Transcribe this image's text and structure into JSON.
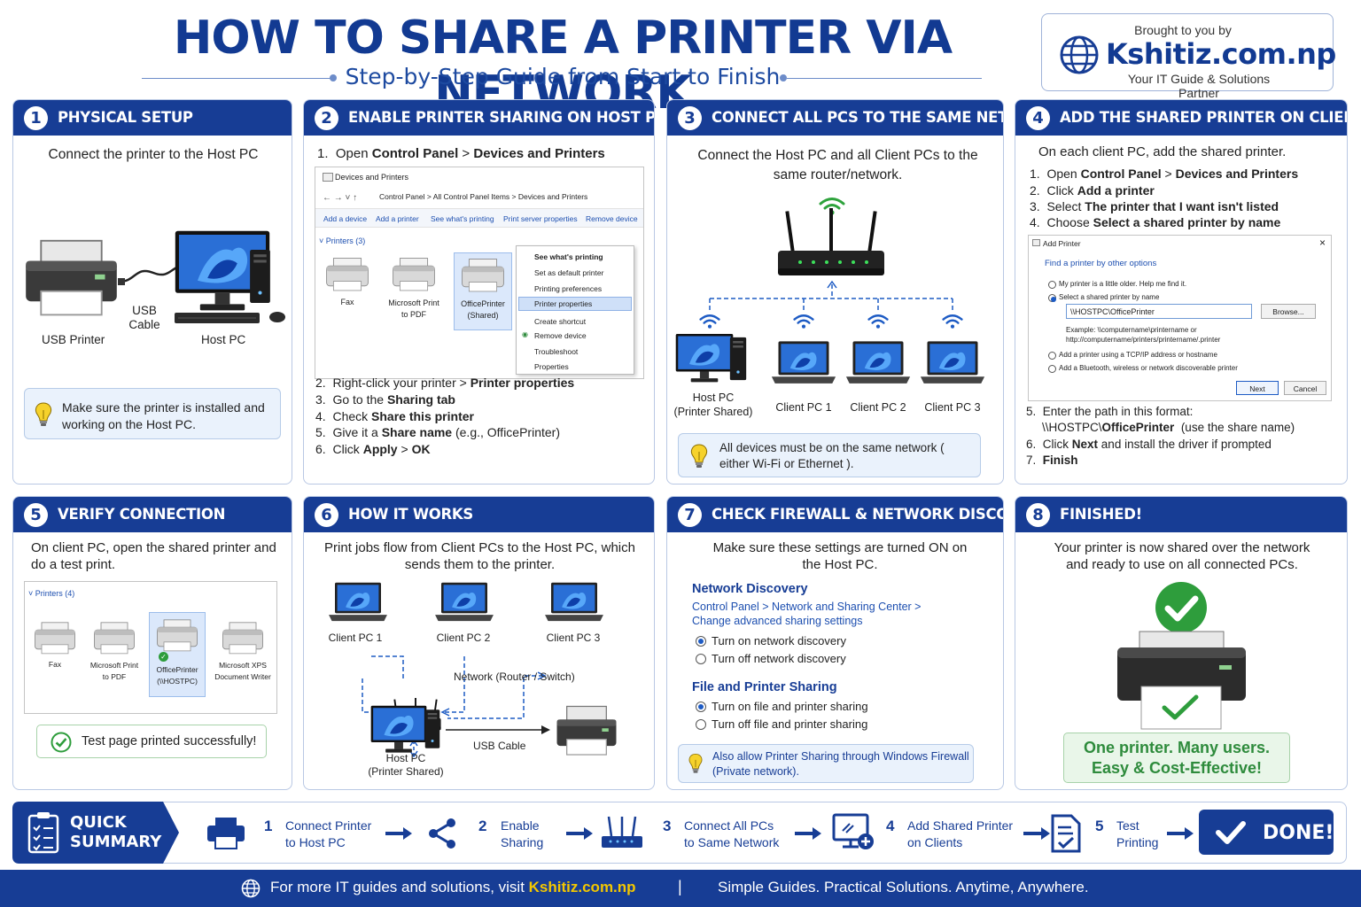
{
  "header": {
    "title": "HOW TO SHARE A PRINTER VIA NETWORK",
    "subtitle": "Step-by-Step Guide from Start to Finish"
  },
  "brand": {
    "brought_by": "Brought to you by",
    "name": "Kshitiz.com.np",
    "tagline": "Your IT Guide & Solutions Partner"
  },
  "colors": {
    "primary": "#173d95",
    "accent_yellow": "#f3c700",
    "success": "#2e9d3c"
  },
  "step1": {
    "num": "1",
    "title": "PHYSICAL SETUP",
    "desc": "Connect the printer to the Host PC",
    "label_printer": "USB Printer",
    "label_cable": "USB\nCable",
    "label_host": "Host PC",
    "tip": "Make sure the printer is installed and working on the Host PC."
  },
  "step2": {
    "num": "2",
    "title": "ENABLE PRINTER SHARING ON HOST PC",
    "s1_n": "1.",
    "s1_a": "Open ",
    "s1_b": "Control Panel",
    "s1_c": " > ",
    "s1_d": "Devices and Printers",
    "window": {
      "title": "Devices and Printers",
      "crumbs": [
        "Control Panel",
        "All Control Panel Items",
        "Devices and Printers"
      ],
      "toolbar": [
        "Add a device",
        "Add a printer",
        "See what's printing",
        "Print server properties",
        "Remove device"
      ],
      "group": "Printers (3)",
      "devices": [
        "Fax",
        "Microsoft Print\nto PDF",
        "OfficePrinter\n(Shared)"
      ],
      "menu": [
        "See what's printing",
        "Set as default printer",
        "Printing preferences",
        "Printer properties",
        "Create shortcut",
        "Remove device",
        "Troubleshoot",
        "Properties"
      ]
    },
    "s2_n": "2.",
    "s2_a": "Right-click your printer > ",
    "s2_b": "Printer properties",
    "s3_n": "3.",
    "s3_a": "Go to the ",
    "s3_b": "Sharing tab",
    "s4_n": "4.",
    "s4_a": "Check ",
    "s4_b": "Share this printer",
    "s5_n": "5.",
    "s5_a": "Give it a ",
    "s5_b": "Share name",
    "s5_c": " (e.g., OfficePrinter)",
    "s6_n": "6.",
    "s6_a": "Click ",
    "s6_b": "Apply",
    "s6_c": " > ",
    "s6_d": "OK"
  },
  "step3": {
    "num": "3",
    "title": "CONNECT ALL PCS TO THE SAME NETWORK",
    "desc": "Connect the Host PC and all Client PCs to the same router/network.",
    "host": "Host PC\n(Printer Shared)",
    "clients": [
      "Client PC 1",
      "Client PC 2",
      "Client PC 3"
    ],
    "tip": "All devices must be on the same network ( either Wi-Fi or Ethernet )."
  },
  "step4": {
    "num": "4",
    "title": "ADD THE SHARED PRINTER ON CLIENT PCS",
    "desc": "On each client PC, add the shared printer.",
    "s1_n": "1.",
    "s1_a": "Open ",
    "s1_b": "Control Panel",
    "s1_c": " > ",
    "s1_d": "Devices and Printers",
    "s2_n": "2.",
    "s2_a": "Click ",
    "s2_b": "Add a printer",
    "s3_n": "3.",
    "s3_a": "Select ",
    "s3_b": "The printer that I want isn't listed",
    "s4_n": "4.",
    "s4_a": "Choose ",
    "s4_b": "Select a shared printer by name",
    "dialog": {
      "title": "Add Printer",
      "heading": "Find a printer by other options",
      "opt1": "My printer is a little older. Help me find it.",
      "opt2": "Select a shared printer by name",
      "path": "\\\\HOSTPC\\OfficePrinter",
      "browse": "Browse...",
      "example": "Example: \\\\computername\\printername or\nhttp://computername/printers/printername/.printer",
      "opt3": "Add a printer using a TCP/IP address or hostname",
      "opt4": "Add a Bluetooth, wireless or network discoverable printer",
      "next": "Next",
      "cancel": "Cancel"
    },
    "s5_n": "5.",
    "s5_a": "Enter the path in this format:",
    "s5_path_a": "\\\\HOSTPC\\",
    "s5_path_b": "OfficePrinter",
    "s5_path_c": "(use the share name)",
    "s6_n": "6.",
    "s6_a": "Click ",
    "s6_b": "Next",
    "s6_c": " and install the driver if prompted",
    "s7_n": "7.",
    "s7_b": "Finish"
  },
  "step5": {
    "num": "5",
    "title": "VERIFY CONNECTION",
    "desc": "On client PC, open the shared printer and do a test print.",
    "group": "Printers (4)",
    "devices": [
      "Fax",
      "Microsoft Print\nto PDF",
      "OfficePrinter\n(\\\\HOSTPC)",
      "Microsoft XPS\nDocument Writer"
    ],
    "success": "Test page printed successfully!"
  },
  "step6": {
    "num": "6",
    "title": "HOW IT WORKS",
    "desc": "Print jobs flow from Client PCs to the Host PC, which sends them to the printer.",
    "clients": [
      "Client PC 1",
      "Client PC 2",
      "Client PC 3"
    ],
    "router": "Network (Router / Switch)",
    "host": "Host PC\n(Printer Shared)",
    "cable": "USB Cable"
  },
  "step7": {
    "num": "7",
    "title": "CHECK FIREWALL & NETWORK DISCOVERY",
    "desc": "Make sure these settings are turned ON on the Host PC.",
    "nd_title": "Network Discovery",
    "path": "Control Panel  >  Network and Sharing Center  >\nChange advanced sharing settings",
    "nd_on": "Turn on network discovery",
    "nd_off": "Turn off network discovery",
    "fp_title": "File and Printer Sharing",
    "fp_on": "Turn on file and printer sharing",
    "fp_off": "Turn off file and printer sharing",
    "tip": "Also allow Printer Sharing through Windows Firewall (Private network)."
  },
  "step8": {
    "num": "8",
    "title": "FINISHED!",
    "desc": "Your printer is now shared over the network and ready to use on all connected PCs.",
    "slogan1": "One printer. Many users.",
    "slogan2": "Easy & Cost-Effective!"
  },
  "summary": {
    "title": "QUICK\nSUMMARY",
    "steps": [
      {
        "num": "1",
        "label": "Connect Printer\nto Host PC",
        "icon": "printer-icon"
      },
      {
        "num": "2",
        "label": "Enable\nSharing",
        "icon": "share-icon"
      },
      {
        "num": "3",
        "label": "Connect All PCs\nto Same Network",
        "icon": "router-icon"
      },
      {
        "num": "4",
        "label": "Add Shared Printer\non Clients",
        "icon": "monitor-add-icon"
      },
      {
        "num": "5",
        "label": "Test\nPrinting",
        "icon": "document-check-icon"
      }
    ],
    "done": "DONE!"
  },
  "footer": {
    "text_a": "For more IT guides and solutions, visit ",
    "text_b": "Kshitiz.com.np",
    "divider": "|",
    "slogan": "Simple Guides. Practical Solutions. Anytime, Anywhere."
  }
}
